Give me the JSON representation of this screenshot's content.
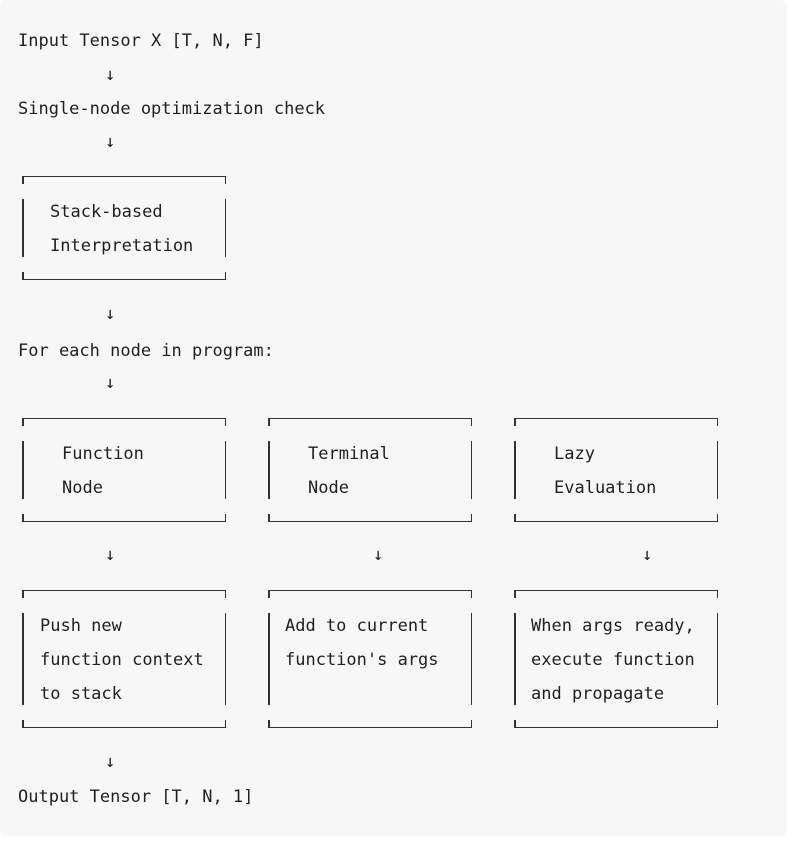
{
  "input_label": "Input Tensor X [T, N, F]",
  "arrow_glyph": "↓",
  "check_label": "Single-node optimization check",
  "stack_box": {
    "line1": "Stack-based",
    "line2": "Interpretation"
  },
  "loop_label": "For each node in program:",
  "node_types": [
    {
      "line1": "Function",
      "line2": "Node"
    },
    {
      "line1": "Terminal",
      "line2": "Node"
    },
    {
      "line1": "Lazy",
      "line2": "Evaluation"
    }
  ],
  "actions": [
    {
      "line1": "Push new",
      "line2": "function context",
      "line3": "to stack"
    },
    {
      "line1": "Add to current",
      "line2": "function's args",
      "line3": ""
    },
    {
      "line1": "When args ready,",
      "line2": "execute function",
      "line3": "and propagate"
    }
  ],
  "output_label": "Output Tensor [T, N, 1]"
}
